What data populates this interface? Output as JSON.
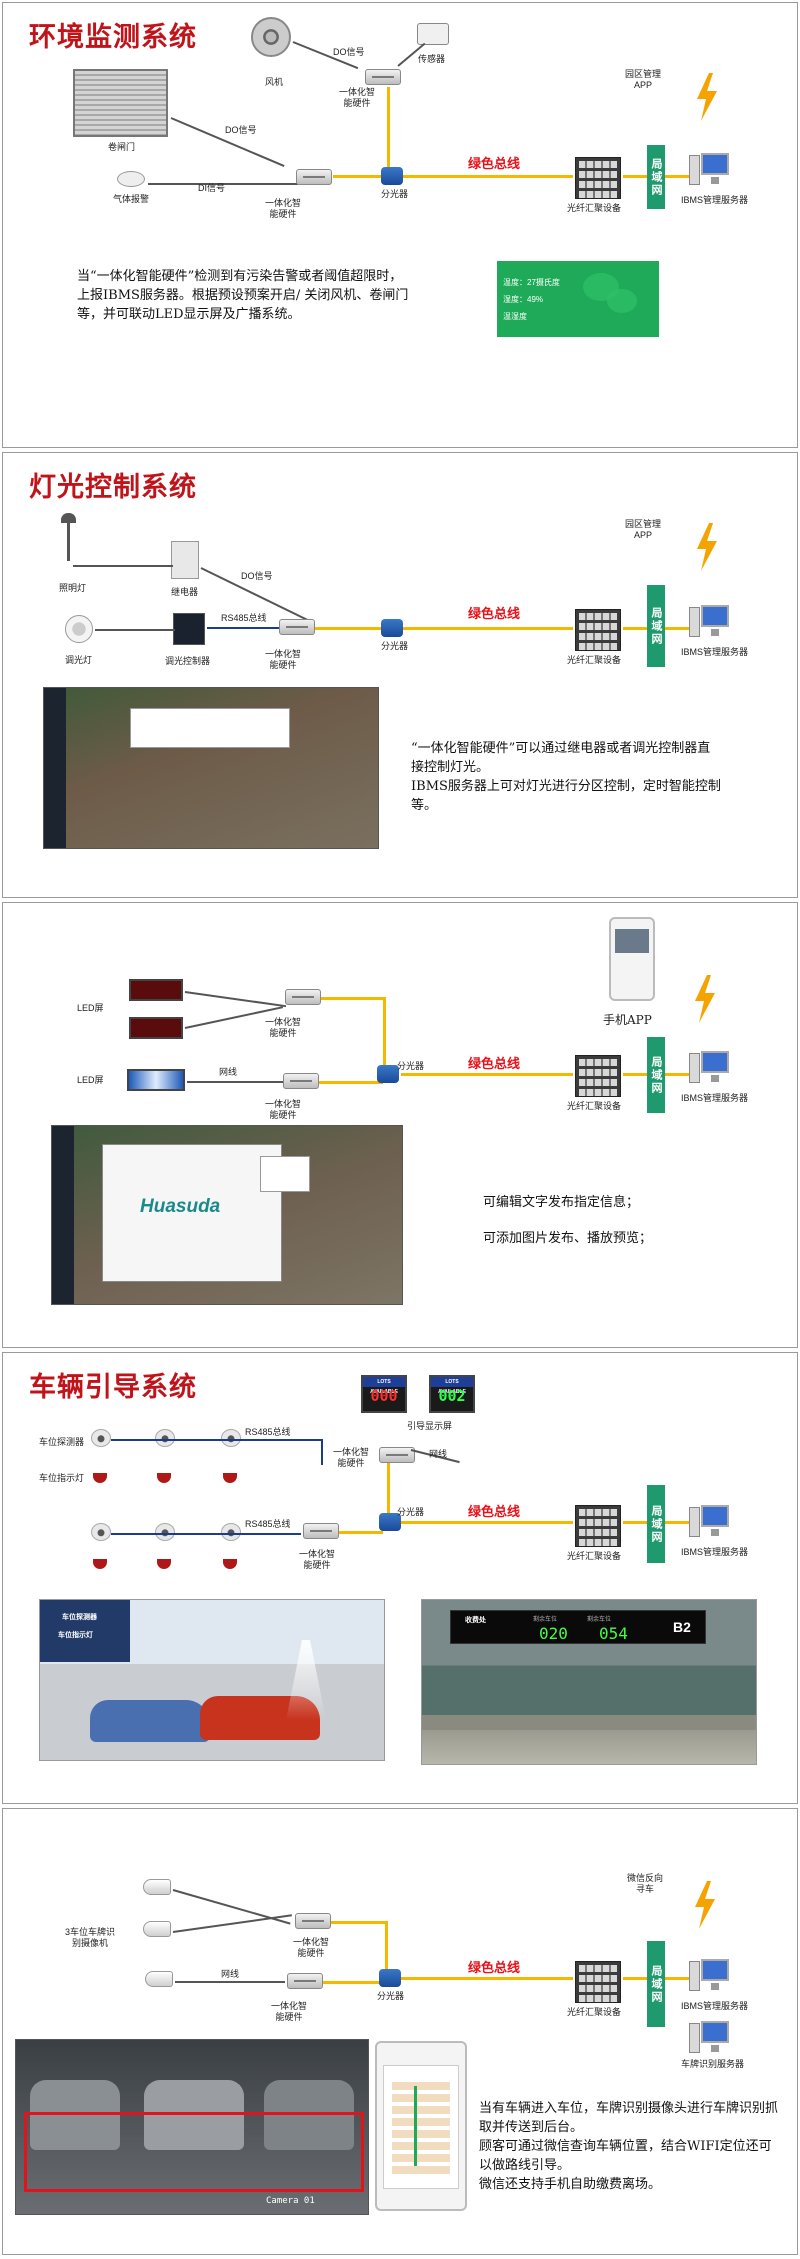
{
  "colors": {
    "title": "#c0141a",
    "bus": "#f5b800",
    "bus_label": "#e8121a",
    "firewall": "#1e9a6e",
    "wechat_green": "#1faa59"
  },
  "common": {
    "splitter": "分光器",
    "bus": "绿色总线",
    "aggregator": "光纤汇聚设备",
    "firewall": "局域网",
    "server": "IBMS管理服务器",
    "hub": "一体化智\n能硬件",
    "do_signal": "DO信号"
  },
  "env": {
    "title": "环境监测系统",
    "fan": "风机",
    "sensor": "传感器",
    "shutter": "卷闸门",
    "gas": "气体报警",
    "di_signal": "DI信号",
    "app": "园区管理\nAPP",
    "desc": "当“一体化智能硬件”检测到有污染告警或者阈值超限时，上报IBMS服务器。根据预设预案开启/ 关闭风机、卷闸门等，并可联动LED显示屏及广播系统。",
    "msg_lines": [
      "温度：27摄氏度",
      "湿度：49%",
      "温湿度"
    ]
  },
  "light": {
    "title": "灯光控制系统",
    "lamp": "照明灯",
    "relay": "继电器",
    "dimmer": "调光灯",
    "dimmer_ctrl": "调光控制器",
    "rs485": "RS485总线",
    "app": "园区管理\nAPP",
    "desc": "“一体化智能硬件”可以通过继电器或者调光控制器直接控制灯光。\nIBMS服务器上可对灯光进行分区控制，定时智能控制等。"
  },
  "led": {
    "led1": "LED屏",
    "led2": "LED屏",
    "netline": "网线",
    "phone_app": "手机APP",
    "desc1": "可编辑文字发布指定信息；",
    "desc2": "可添加图片发布、播放预览；",
    "logo": "Huasuda"
  },
  "parking": {
    "title": "车辆引导系统",
    "detector": "车位探测器",
    "indicator": "车位指示灯",
    "rs485_1": "RS485总线",
    "rs485_2": "RS485总线",
    "guide_screen": "引导显示屏",
    "netline": "网线",
    "sign_hd": "LOTS AVAILABLE",
    "sign_val1": "000",
    "sign_val2": "002",
    "scene_label1": "车位探测器",
    "scene_label2": "车位指示灯",
    "board_l1": "收费处",
    "board_l2": "剩余车位",
    "board_l3": "剩余车位",
    "board_v1": "020",
    "board_v2": "054",
    "board_b2": "B2"
  },
  "lpr": {
    "cam_label": "3车位车牌识\n别摄像机",
    "netline": "网线",
    "wechat": "微信反向\n寻车",
    "lpr_server": "车牌识别服务器",
    "camera_tag": "Camera 01",
    "desc": "当有车辆进入车位，车牌识别摄像头进行车牌识别抓取并传送到后台。\n顾客可通过微信查询车辆位置，结合WIFI定位还可以做路线引导。\n微信还支持手机自助缴费离场。"
  }
}
